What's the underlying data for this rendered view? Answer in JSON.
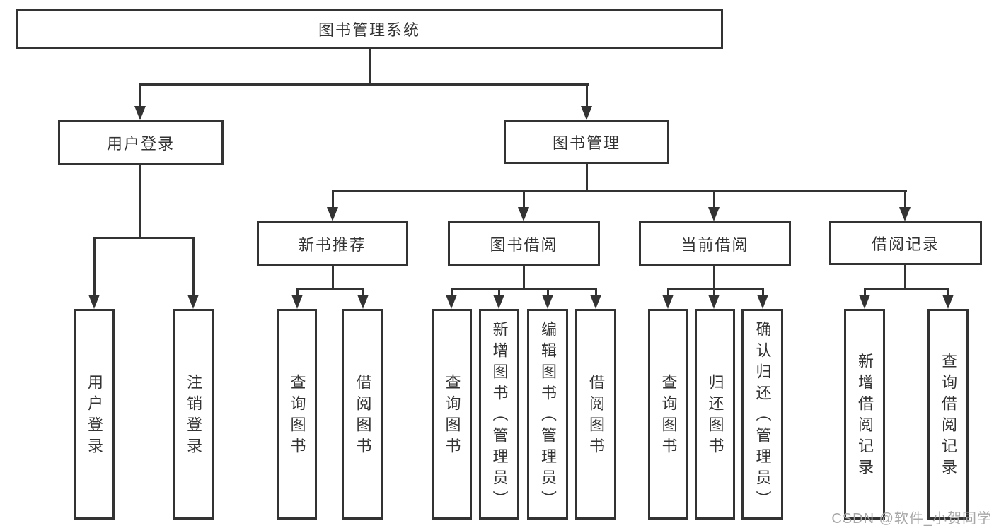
{
  "diagram": {
    "title": "图书管理系统",
    "nodes": {
      "root": {
        "label": "图书管理系统"
      },
      "user_login": {
        "label": "用户登录"
      },
      "book_mgmt": {
        "label": "图书管理"
      },
      "new_book": {
        "label": "新书推荐"
      },
      "book_borrow": {
        "label": "图书借阅"
      },
      "current_borrow": {
        "label": "当前借阅"
      },
      "borrow_record": {
        "label": "借阅记录"
      },
      "ul_login": {
        "label": "用户登录"
      },
      "ul_logout": {
        "label": "注销登录"
      },
      "nb_query": {
        "label": "查询图书"
      },
      "nb_borrow": {
        "label": "借阅图书"
      },
      "bb_query": {
        "label": "查询图书"
      },
      "bb_add": {
        "label": "新增图书（管理员）"
      },
      "bb_edit": {
        "label": "编辑图书（管理员）"
      },
      "bb_borrow": {
        "label": "借阅图书"
      },
      "cb_query": {
        "label": "查询图书"
      },
      "cb_return": {
        "label": "归还图书"
      },
      "cb_confirm": {
        "label": "确认归还（管理员）"
      },
      "br_add": {
        "label": "新增借阅记录"
      },
      "br_query": {
        "label": "查询借阅记录"
      }
    },
    "hierarchy": [
      {
        "parent": "图书管理系统",
        "children": [
          "用户登录",
          "图书管理"
        ]
      },
      {
        "parent": "用户登录",
        "children": [
          "用户登录",
          "注销登录"
        ]
      },
      {
        "parent": "图书管理",
        "children": [
          "新书推荐",
          "图书借阅",
          "当前借阅",
          "借阅记录"
        ]
      },
      {
        "parent": "新书推荐",
        "children": [
          "查询图书",
          "借阅图书"
        ]
      },
      {
        "parent": "图书借阅",
        "children": [
          "查询图书",
          "新增图书（管理员）",
          "编辑图书（管理员）",
          "借阅图书"
        ]
      },
      {
        "parent": "当前借阅",
        "children": [
          "查询图书",
          "归还图书",
          "确认归还（管理员）"
        ]
      },
      {
        "parent": "借阅记录",
        "children": [
          "新增借阅记录",
          "查询借阅记录"
        ]
      }
    ]
  },
  "watermark": {
    "text": "CSDN @软件_小贺同学"
  },
  "colors": {
    "line": "#333333",
    "text": "#333333",
    "watermark": "#a8a8a8",
    "background": "#ffffff"
  }
}
